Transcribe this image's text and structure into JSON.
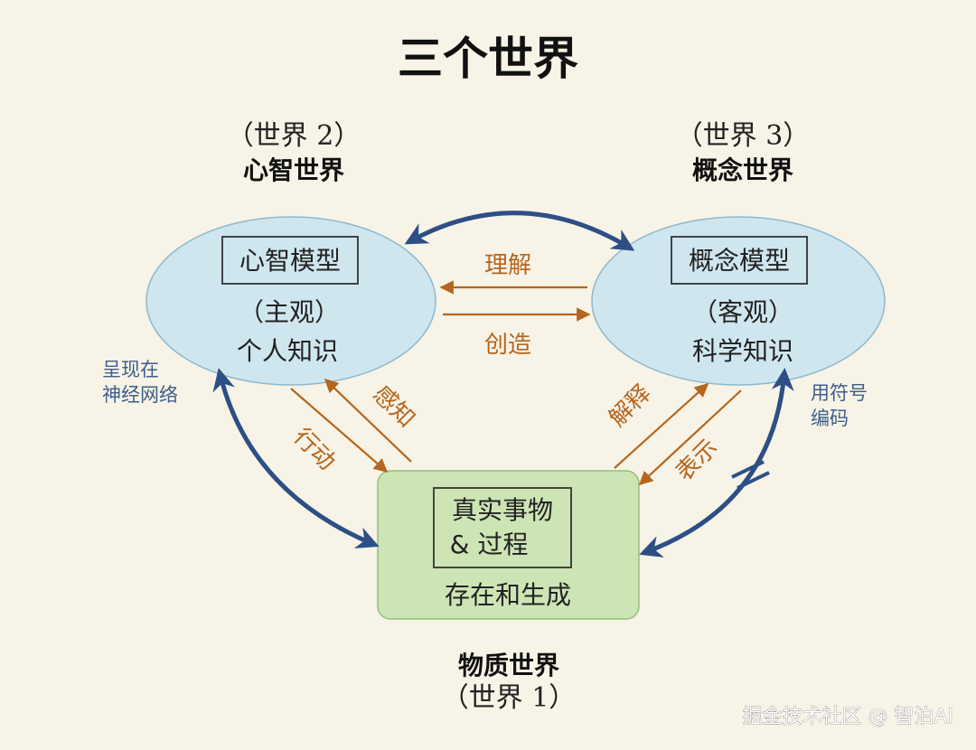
{
  "title": "三个世界",
  "world2": {
    "number": "（世界 2）",
    "name": "心智世界",
    "model": "心智模型",
    "stance": "（主观）",
    "knowledge": "个人知识"
  },
  "world3": {
    "number": "（世界 3）",
    "name": "概念世界",
    "model": "概念模型",
    "stance": "（客观）",
    "knowledge": "科学知识"
  },
  "world1": {
    "name": "物质世界",
    "number": "（世界 1）",
    "box_line1": "真实事物",
    "box_line2": "& 过程",
    "being": "存在和生成"
  },
  "arrows": {
    "understand": "理解",
    "create": "创造",
    "perceive": "感知",
    "act": "行动",
    "explain": "解释",
    "represent": "表示"
  },
  "side": {
    "left_line1": "呈现在",
    "left_line2": "神经网络",
    "right_line1": "用符号",
    "right_line2": "编码"
  },
  "watermark": "掘金技术社区 @ 智泊AI",
  "colors": {
    "ellipse": "#cfe6ef",
    "green_box": "#cde5b5",
    "orange": "#b5651d",
    "navy": "#2d4f86"
  }
}
